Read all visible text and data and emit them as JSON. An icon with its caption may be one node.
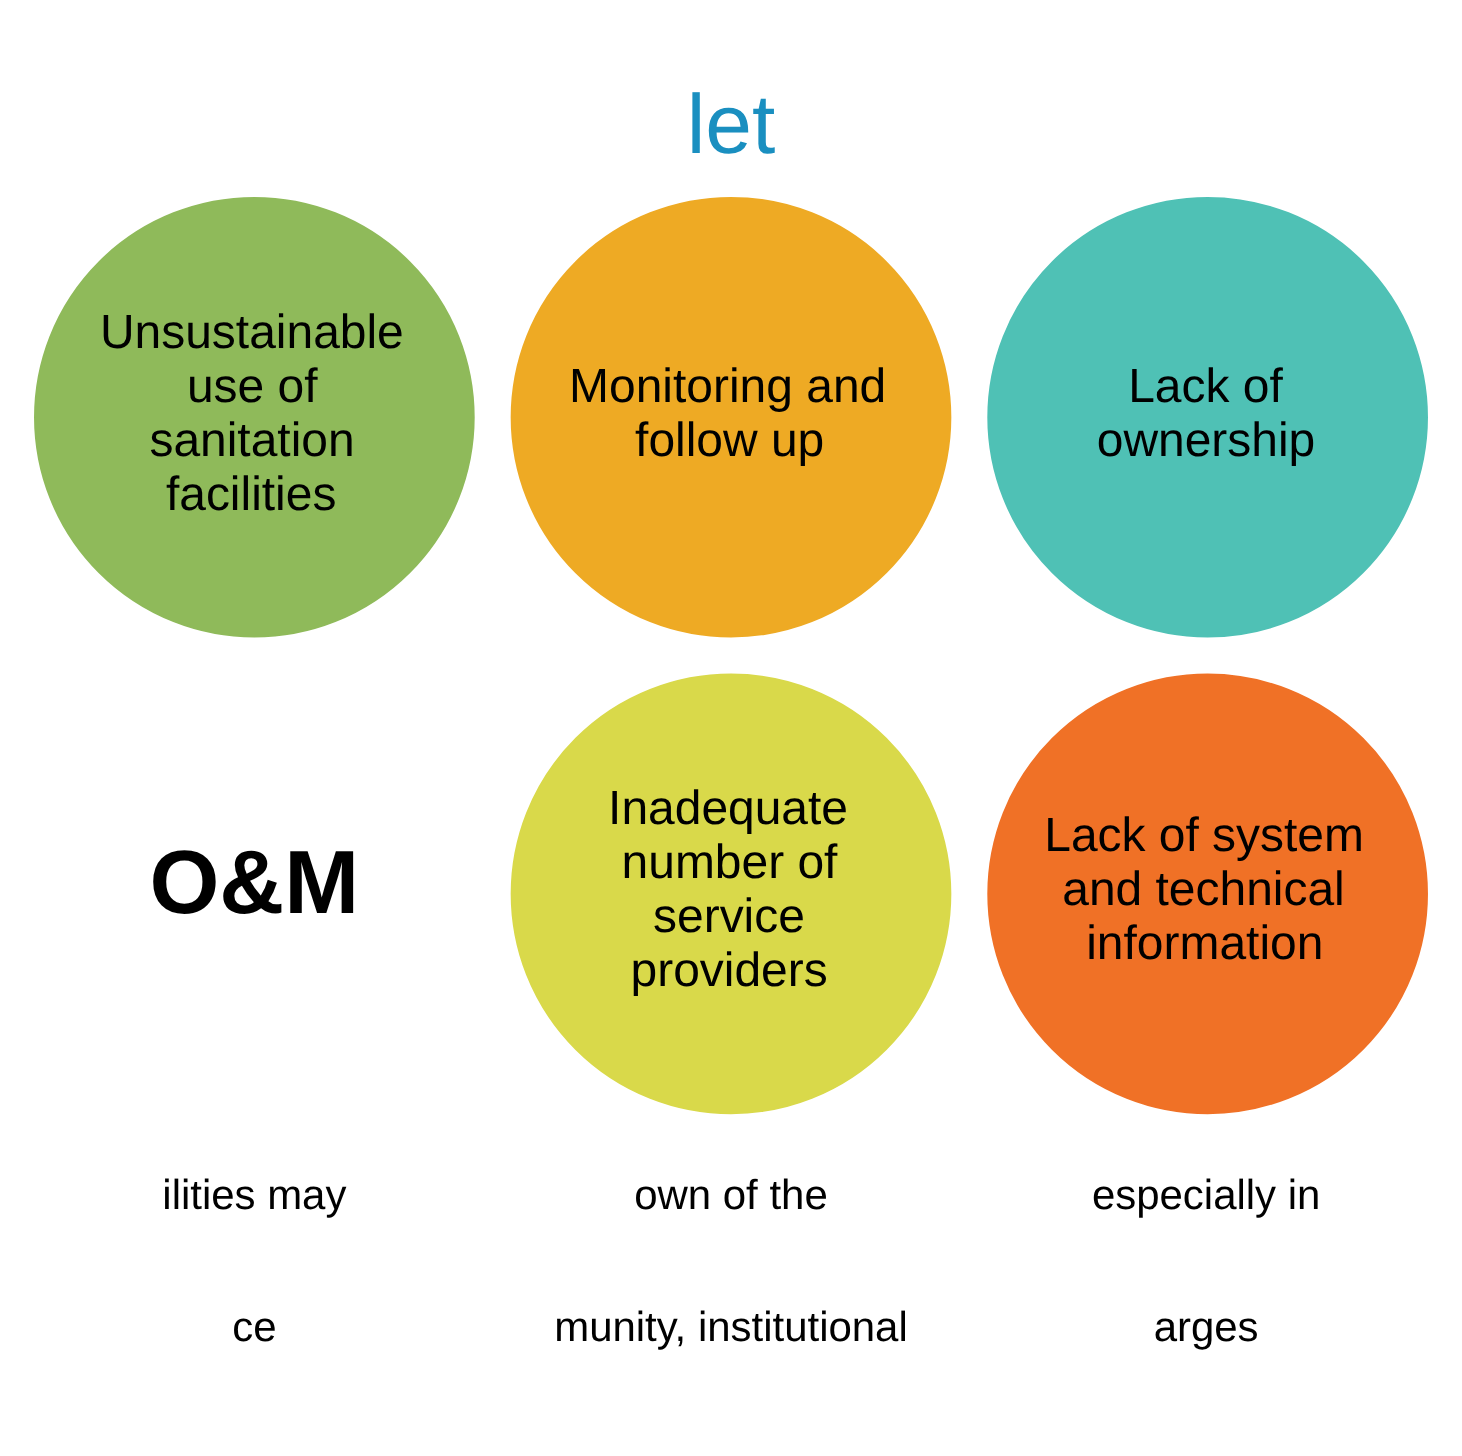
{
  "diagram": {
    "title": "let",
    "nodes": [
      {
        "text": [
          "Unsustainable use of sanitation facilities"
        ]
      },
      {
        "text": [
          "Monitoring and follow up"
        ]
      },
      {
        "text": [
          "Lack of ownership"
        ]
      },
      {
        "text": [
          "O&M"
        ]
      },
      {
        "text": [
          "Inadequate number of service providers"
        ]
      },
      {
        "text": [
          "Lack of system and technical information"
        ]
      }
    ],
    "edges": [],
    "labels": [
      "ilities may",
      "own of the",
      "especially in",
      "ce",
      "munity, institutional",
      "arges"
    ]
  }
}
